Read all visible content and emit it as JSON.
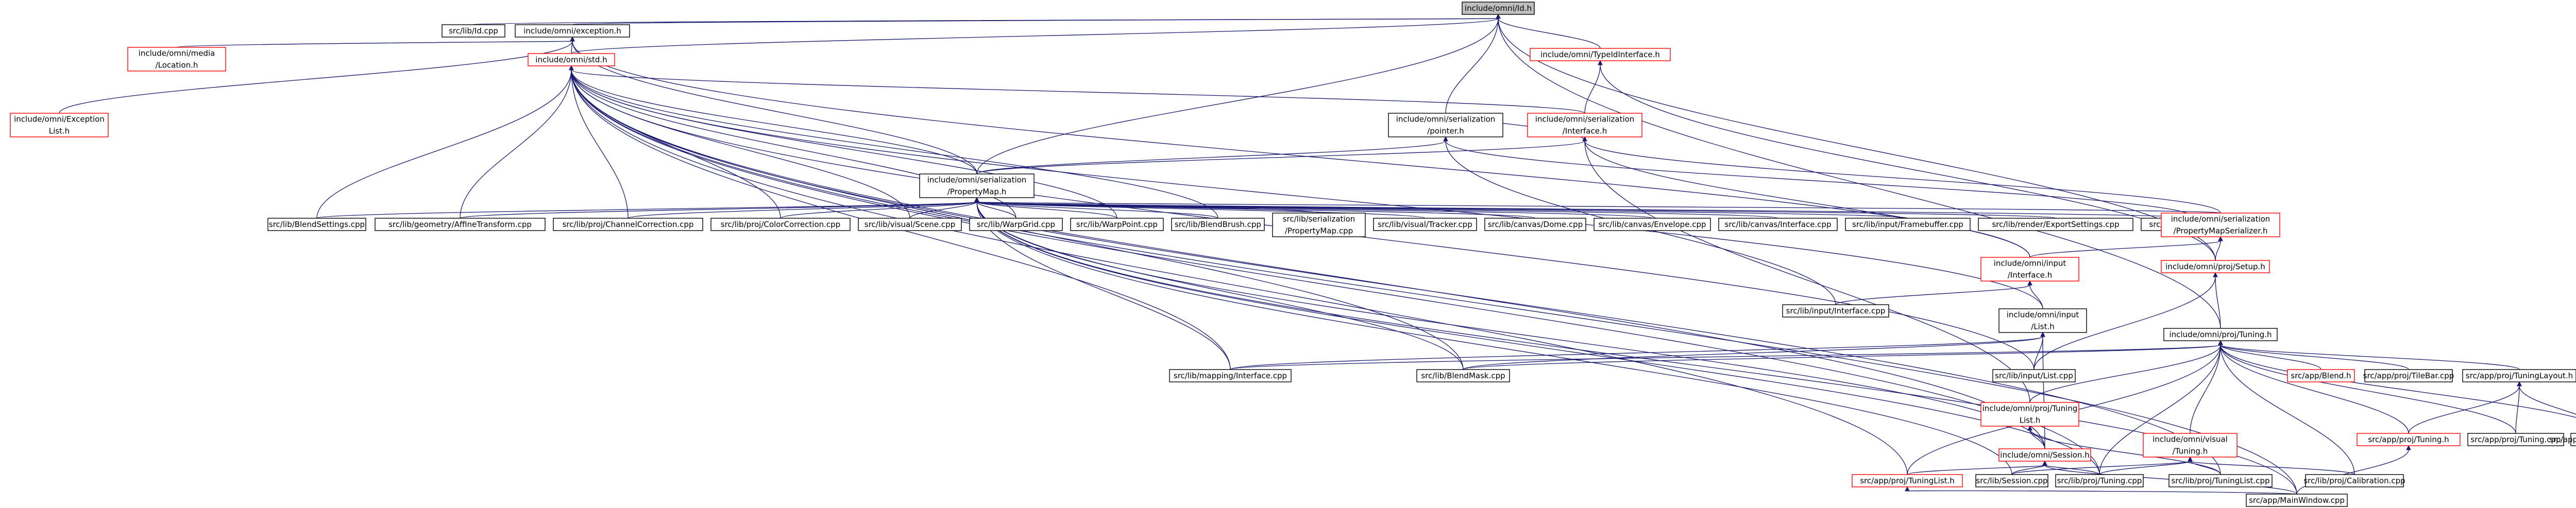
{
  "styles": {
    "edge_color": "#191970",
    "node_border_black": "#000000",
    "node_border_red": "#ff0000",
    "root_fill": "#bfbfbf",
    "node_fill": "#ffffff"
  },
  "nodes": {
    "n_id": {
      "lines": [
        "include/omni/Id.h"
      ],
      "border": "black",
      "fill": "root"
    },
    "n_exc": {
      "lines": [
        "include/omni/exception.h"
      ],
      "border": "black"
    },
    "n_idcpp": {
      "lines": [
        "src/lib/Id.cpp"
      ],
      "border": "black"
    },
    "n_media": {
      "lines": [
        "include/omni/media",
        "/Location.h"
      ],
      "border": "red"
    },
    "n_excl": {
      "lines": [
        "include/omni/Exception",
        "List.h"
      ],
      "border": "red"
    },
    "n_std": {
      "lines": [
        "include/omni/std.h"
      ],
      "border": "red"
    },
    "n_tdi": {
      "lines": [
        "include/omni/TypeIdInterface.h"
      ],
      "border": "red"
    },
    "n_ser_if": {
      "lines": [
        "include/omni/serialization",
        "/Interface.h"
      ],
      "border": "red"
    },
    "n_pointer": {
      "lines": [
        "include/omni/serialization",
        "/pointer.h"
      ],
      "border": "black"
    },
    "n_pmap": {
      "lines": [
        "include/omni/serialization",
        "/PropertyMap.h"
      ],
      "border": "black"
    },
    "n_pmser": {
      "lines": [
        "include/omni/serialization",
        "/PropertyMapSerializer.h"
      ],
      "border": "red"
    },
    "n_setup": {
      "lines": [
        "include/omni/proj/Setup.h"
      ],
      "border": "red"
    },
    "n_input_if": {
      "lines": [
        "include/omni/input",
        "/Interface.h"
      ],
      "border": "red"
    },
    "n_input_list": {
      "lines": [
        "include/omni/input",
        "/List.h"
      ],
      "border": "black"
    },
    "n_tuning": {
      "lines": [
        "include/omni/proj/Tuning.h"
      ],
      "border": "black"
    },
    "n_tlist": {
      "lines": [
        "include/omni/proj/Tuning",
        "List.h"
      ],
      "border": "red"
    },
    "n_vtuning": {
      "lines": [
        "include/omni/visual",
        "/Tuning.h"
      ],
      "border": "red"
    },
    "n_session": {
      "lines": [
        "include/omni/Session.h"
      ],
      "border": "red"
    },
    "n_blendset": {
      "lines": [
        "src/lib/BlendSettings.cpp"
      ],
      "border": "black"
    },
    "n_geom": {
      "lines": [
        "src/lib/geometry/AffineTransform.cpp"
      ],
      "border": "black"
    },
    "n_chcorr": {
      "lines": [
        "src/lib/proj/ChannelCorrection.cpp"
      ],
      "border": "black"
    },
    "n_colcorr": {
      "lines": [
        "src/lib/proj/ColorCorrection.cpp"
      ],
      "border": "black"
    },
    "n_vscene": {
      "lines": [
        "src/lib/visual/Scene.cpp"
      ],
      "border": "black"
    },
    "n_warpgrid": {
      "lines": [
        "src/lib/WarpGrid.cpp"
      ],
      "border": "black"
    },
    "n_warppoint": {
      "lines": [
        "src/lib/WarpPoint.cpp"
      ],
      "border": "black"
    },
    "n_blendbrush": {
      "lines": [
        "src/lib/BlendBrush.cpp"
      ],
      "border": "black"
    },
    "n_ser_pm": {
      "lines": [
        "src/lib/serialization",
        "/PropertyMap.cpp"
      ],
      "border": "black"
    },
    "n_vtracker": {
      "lines": [
        "src/lib/visual/Tracker.cpp"
      ],
      "border": "black"
    },
    "n_cdome": {
      "lines": [
        "src/lib/canvas/Dome.cpp"
      ],
      "border": "black"
    },
    "n_cenv": {
      "lines": [
        "src/lib/canvas/Envelope.cpp"
      ],
      "border": "black"
    },
    "n_cif": {
      "lines": [
        "src/lib/canvas/Interface.cpp"
      ],
      "border": "black"
    },
    "n_iframebuf": {
      "lines": [
        "src/lib/input/Framebuffer.cpp"
      ],
      "border": "black"
    },
    "n_rexport": {
      "lines": [
        "src/lib/render/ExportSettings.cpp"
      ],
      "border": "black"
    },
    "n_projector": {
      "lines": [
        "src/lib/proj/Projector.cpp"
      ],
      "border": "black"
    },
    "n_inputifcpp": {
      "lines": [
        "src/lib/input/Interface.cpp"
      ],
      "border": "black"
    },
    "n_mapping": {
      "lines": [
        "src/lib/mapping/Interface.cpp"
      ],
      "border": "black"
    },
    "n_blendmask": {
      "lines": [
        "src/lib/BlendMask.cpp"
      ],
      "border": "black"
    },
    "n_inputlistcpp": {
      "lines": [
        "src/lib/input/List.cpp"
      ],
      "border": "black"
    },
    "n_blendh": {
      "lines": [
        "src/app/Blend.h"
      ],
      "border": "red"
    },
    "n_tileb": {
      "lines": [
        "src/app/proj/TileBar.cpp"
      ],
      "border": "black"
    },
    "n_tlayouth": {
      "lines": [
        "src/app/proj/TuningLayout.h"
      ],
      "border": "black"
    },
    "n_aptuningh": {
      "lines": [
        "src/app/proj/Tuning.h"
      ],
      "border": "red"
    },
    "n_aptuningcpp": {
      "lines": [
        "src/app/proj/Tuning.cpp"
      ],
      "border": "black"
    },
    "n_tlayoutcpp": {
      "lines": [
        "src/app/proj/TuningLayout.cpp"
      ],
      "border": "black"
    },
    "n_sessioncpp": {
      "lines": [
        "src/lib/Session.cpp"
      ],
      "border": "black"
    },
    "n_libtuningcpp": {
      "lines": [
        "src/lib/proj/Tuning.cpp"
      ],
      "border": "black"
    },
    "n_libtlistcpp": {
      "lines": [
        "src/lib/proj/TuningList.cpp"
      ],
      "border": "black"
    },
    "n_calib": {
      "lines": [
        "src/lib/proj/Calibration.cpp"
      ],
      "border": "black"
    },
    "n_aptlisth": {
      "lines": [
        "src/app/proj/TuningList.h"
      ],
      "border": "red"
    },
    "n_mainwin": {
      "lines": [
        "src/app/MainWindow.cpp"
      ],
      "border": "black"
    }
  }
}
